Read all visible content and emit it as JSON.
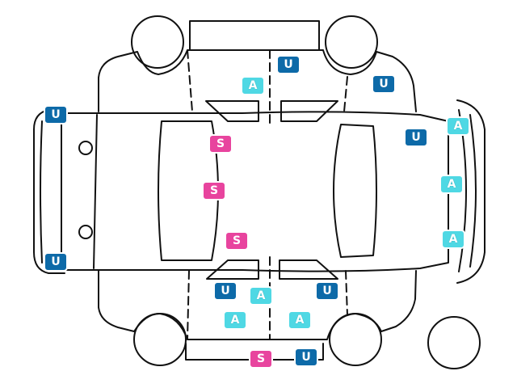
{
  "colors": {
    "line": "#111111",
    "background": "#ffffff",
    "u_badge": "#0d6aa8",
    "a_badge": "#4fd8e4",
    "s_badge": "#e8449e"
  },
  "markers": [
    {
      "label": "U",
      "kind": "u"
    },
    {
      "label": "A",
      "kind": "a"
    },
    {
      "label": "U",
      "kind": "u"
    },
    {
      "label": "U",
      "kind": "u"
    },
    {
      "label": "U",
      "kind": "u"
    },
    {
      "label": "A",
      "kind": "a"
    },
    {
      "label": "S",
      "kind": "s"
    },
    {
      "label": "S",
      "kind": "s"
    },
    {
      "label": "A",
      "kind": "a"
    },
    {
      "label": "S",
      "kind": "s"
    },
    {
      "label": "A",
      "kind": "a"
    },
    {
      "label": "U",
      "kind": "u"
    },
    {
      "label": "U",
      "kind": "u"
    },
    {
      "label": "A",
      "kind": "a"
    },
    {
      "label": "U",
      "kind": "u"
    },
    {
      "label": "A",
      "kind": "a"
    },
    {
      "label": "A",
      "kind": "a"
    },
    {
      "label": "S",
      "kind": "s"
    },
    {
      "label": "U",
      "kind": "u"
    }
  ]
}
